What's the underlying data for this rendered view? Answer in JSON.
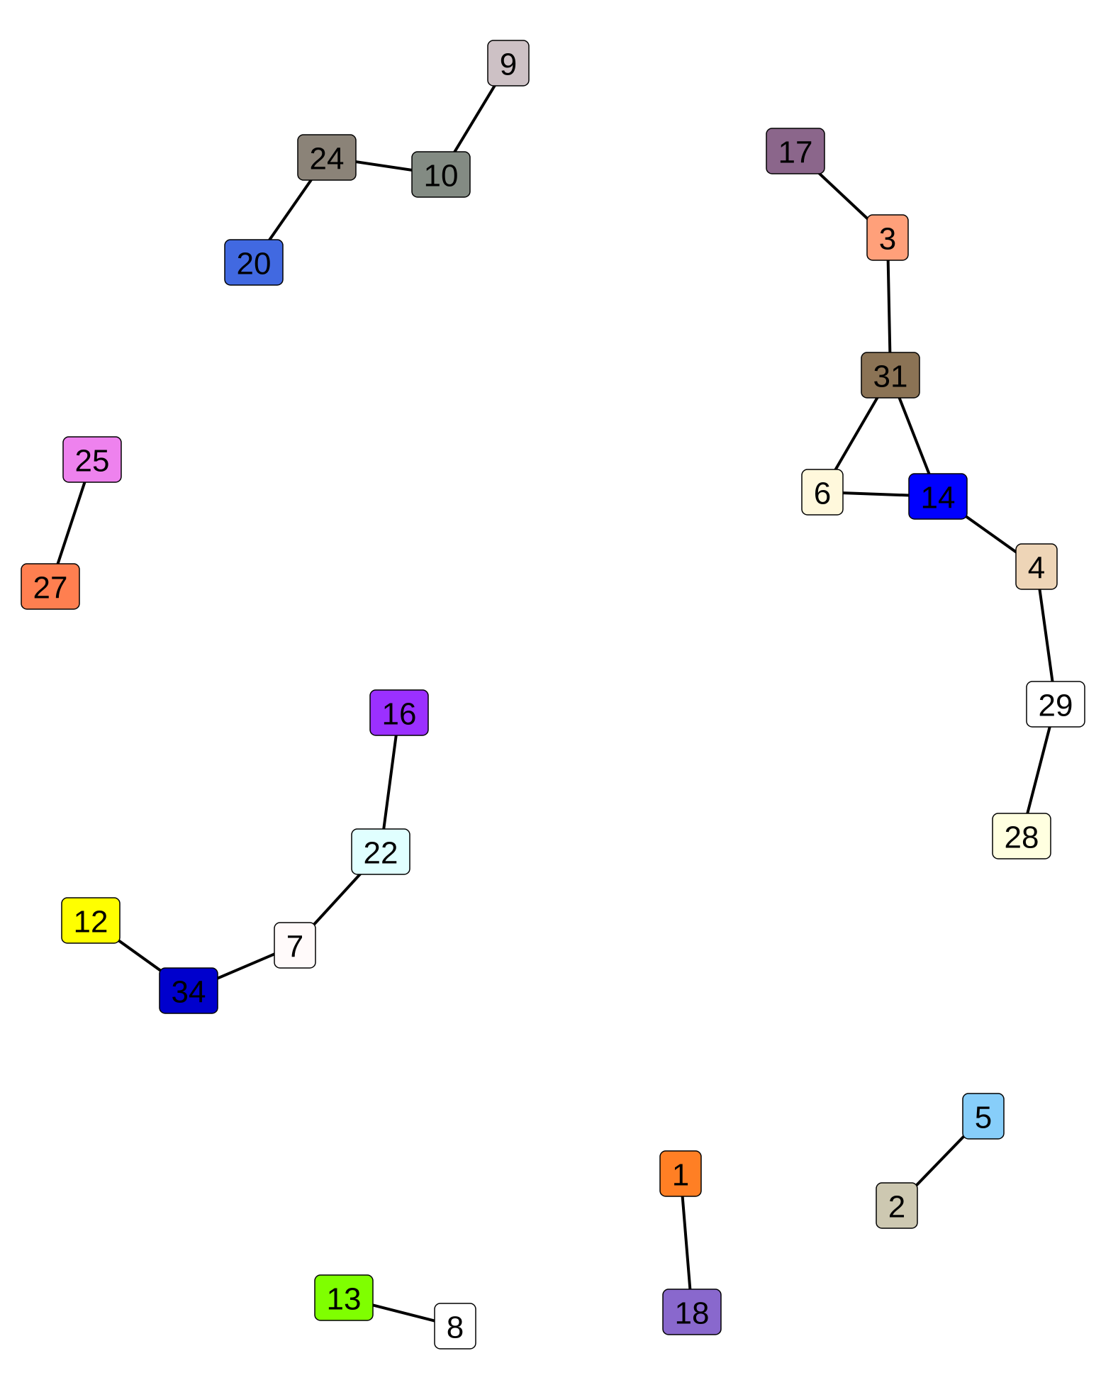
{
  "nodes": [
    {
      "id": "9",
      "label": "9",
      "color": "#CDC1C5"
    },
    {
      "id": "24",
      "label": "24",
      "color": "#8B8378"
    },
    {
      "id": "10",
      "label": "10",
      "color": "#838B83"
    },
    {
      "id": "20",
      "label": "20",
      "color": "#4169E1"
    },
    {
      "id": "17",
      "label": "17",
      "color": "#8B668B"
    },
    {
      "id": "3",
      "label": "3",
      "color": "#FFA07A"
    },
    {
      "id": "31",
      "label": "31",
      "color": "#8B7355"
    },
    {
      "id": "6",
      "label": "6",
      "color": "#FFF8DC"
    },
    {
      "id": "14",
      "label": "14",
      "color": "#0000FF"
    },
    {
      "id": "4",
      "label": "4",
      "color": "#EED5B7"
    },
    {
      "id": "29",
      "label": "29",
      "color": "#FFFFFF"
    },
    {
      "id": "28",
      "label": "28",
      "color": "#FFFFE0"
    },
    {
      "id": "25",
      "label": "25",
      "color": "#EE82EE"
    },
    {
      "id": "27",
      "label": "27",
      "color": "#FF7F50"
    },
    {
      "id": "16",
      "label": "16",
      "color": "#9B30FF"
    },
    {
      "id": "22",
      "label": "22",
      "color": "#E0FFFF"
    },
    {
      "id": "7",
      "label": "7",
      "color": "#FFFAFA"
    },
    {
      "id": "12",
      "label": "12",
      "color": "#FFFF00"
    },
    {
      "id": "34",
      "label": "34",
      "color": "#0000CD"
    },
    {
      "id": "5",
      "label": "5",
      "color": "#87CEFA"
    },
    {
      "id": "2",
      "label": "2",
      "color": "#CDC8B1"
    },
    {
      "id": "1",
      "label": "1",
      "color": "#FF7F24"
    },
    {
      "id": "18",
      "label": "18",
      "color": "#8968CD"
    },
    {
      "id": "13",
      "label": "13",
      "color": "#7FFF00"
    },
    {
      "id": "8",
      "label": "8",
      "color": "#FFFFFF"
    }
  ],
  "edges": [
    [
      "9",
      "10"
    ],
    [
      "24",
      "10"
    ],
    [
      "24",
      "20"
    ],
    [
      "17",
      "3"
    ],
    [
      "3",
      "31"
    ],
    [
      "31",
      "6"
    ],
    [
      "31",
      "14"
    ],
    [
      "6",
      "14"
    ],
    [
      "14",
      "4"
    ],
    [
      "4",
      "29"
    ],
    [
      "29",
      "28"
    ],
    [
      "25",
      "27"
    ],
    [
      "16",
      "22"
    ],
    [
      "22",
      "7"
    ],
    [
      "7",
      "34"
    ],
    [
      "12",
      "34"
    ],
    [
      "5",
      "2"
    ],
    [
      "1",
      "18"
    ],
    [
      "13",
      "8"
    ]
  ]
}
